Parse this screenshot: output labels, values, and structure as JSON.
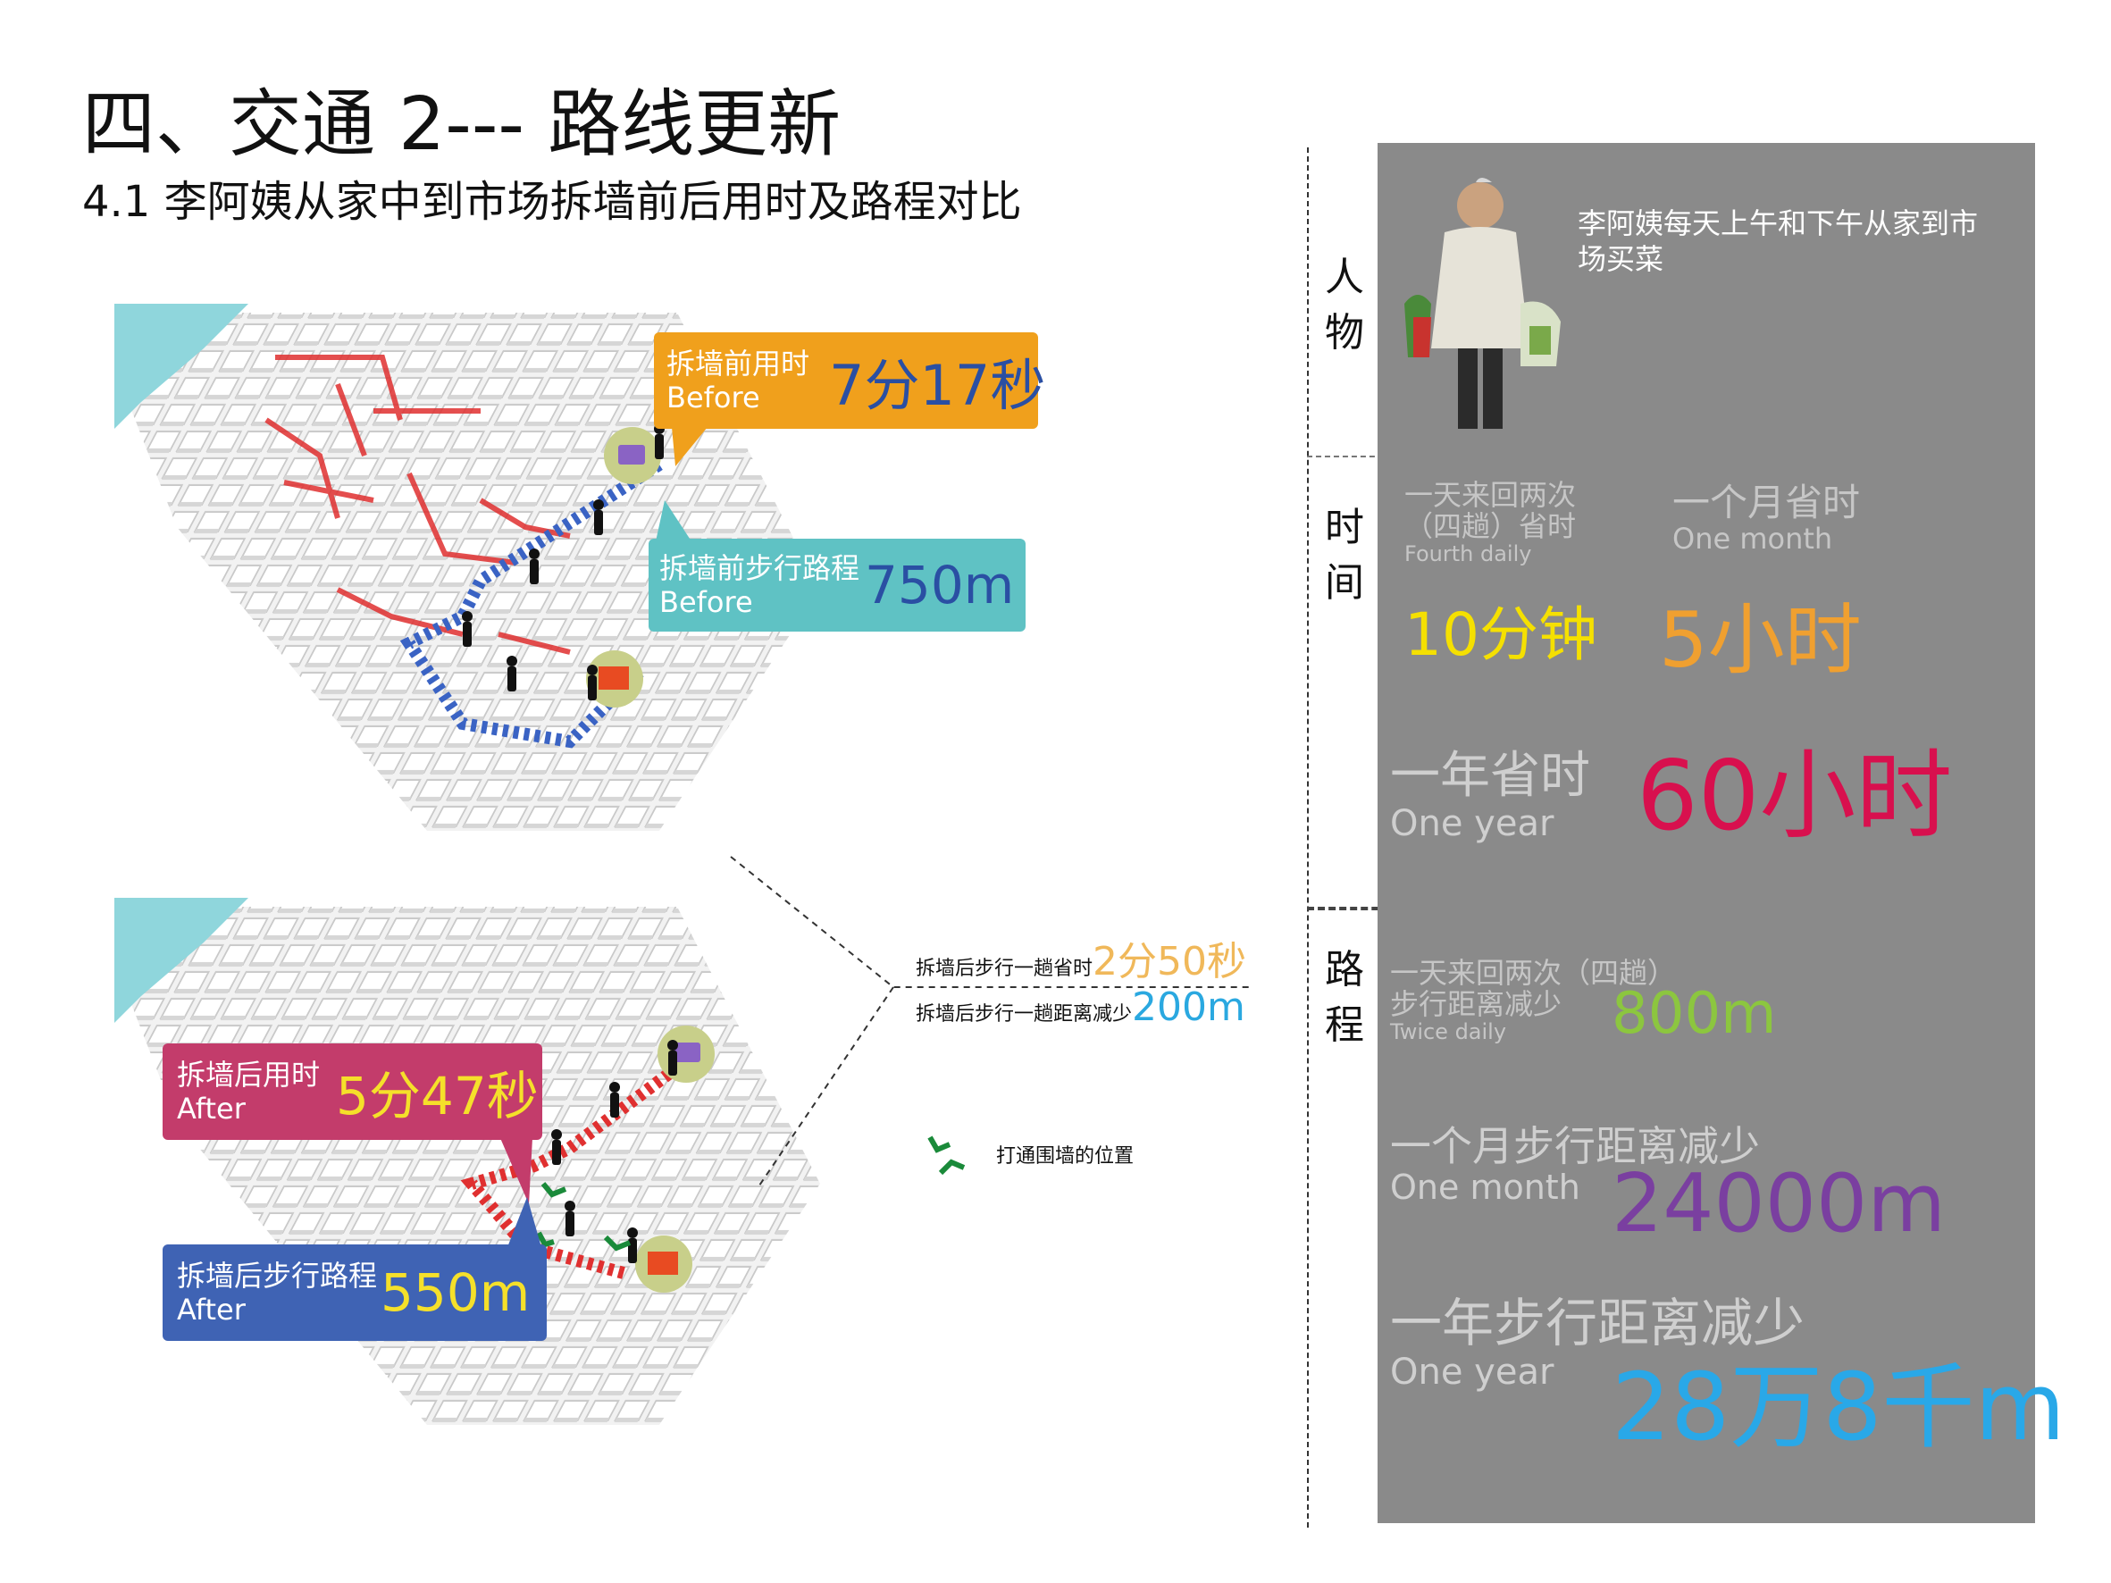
{
  "header": {
    "title": "四、交通 2--- 路线更新",
    "subtitle": "4.1 李阿姨从家中到市场拆墙前后用时及路程对比"
  },
  "before_map": {
    "time_callout": {
      "label": "拆墙前用时",
      "sub": "Before",
      "value": "7分17秒",
      "color": "#f0a01c"
    },
    "distance_callout": {
      "label": "拆墙前步行路程",
      "sub": "Before",
      "value": "750m",
      "color": "#5fc2c4",
      "value_color": "#2a4fa3"
    }
  },
  "after_map": {
    "time_callout": {
      "label": "拆墙后用时",
      "sub": "After",
      "value": "5分47秒",
      "color": "#c33c6b",
      "value_color": "#f5e02a"
    },
    "distance_callout": {
      "label": "拆墙后步行路程",
      "sub": "After",
      "value": "550m",
      "color": "#3f63b4",
      "value_color": "#f5e02a"
    },
    "save_time_note": {
      "label": "拆墙后步行一趟省时",
      "value": "2分50秒",
      "value_color": "#f0b85a"
    },
    "save_distance_note": {
      "label": "拆墙后步行一趟距离减少",
      "value": "200m",
      "value_color": "#2aa8e0"
    },
    "legend": {
      "label": "打通围墙的位置",
      "icon": "wall-opening-icon",
      "color": "#1a8a3a"
    }
  },
  "panel": {
    "person": {
      "section_label": [
        "人",
        "物"
      ],
      "description": "李阿姨每天上午和下午从家到市场买菜"
    },
    "time": {
      "section_label": [
        "时",
        "间"
      ],
      "daily_label": [
        "一天来回两次",
        "（四趟）省时",
        "Fourth daily"
      ],
      "daily_value": "10分钟",
      "month_label": [
        "一个月省时",
        "One month"
      ],
      "month_value": "5小时",
      "year_label": [
        "一年省时",
        "One year"
      ],
      "year_value": "60小时"
    },
    "distance": {
      "section_label": [
        "路",
        "程"
      ],
      "daily_label": [
        "一天来回两次（四趟）",
        "步行距离减少",
        "Twice daily"
      ],
      "daily_value": "800m",
      "month_label": [
        "一个月步行距离减少",
        "One month"
      ],
      "month_value": "24000m",
      "year_label": [
        "一年步行距离减少",
        "One year"
      ],
      "year_value": "28万8千m"
    },
    "colors": {
      "panel": "#8a8a8a",
      "yellow": "#f5e000",
      "orange": "#f0a030",
      "crimson": "#d8104e",
      "green": "#8cc63f",
      "purple": "#7a3fa0",
      "sky": "#29a8e8"
    }
  }
}
